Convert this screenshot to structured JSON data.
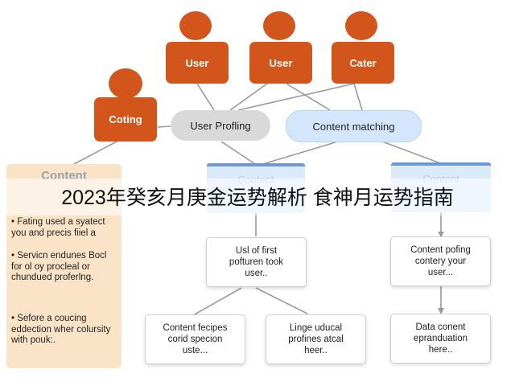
{
  "actors": [
    {
      "id": "user1",
      "label": "User"
    },
    {
      "id": "user2",
      "label": "User"
    },
    {
      "id": "cater",
      "label": "Cater"
    },
    {
      "id": "coting",
      "label": "Coting"
    }
  ],
  "process": {
    "user_profiling": "User Profling",
    "content_matching": "Content matching"
  },
  "content_boxes": {
    "left": "Content",
    "right": "Content"
  },
  "left_panel": {
    "title": "Content",
    "bullets": [
      "• Fating used a syatect you and precis fiiel a",
      "• Servicn endunes Bocl for ol oy procleal or chundued proferlng.",
      "• Sefore a coucing eddection wher colursity with pouk:."
    ]
  },
  "cards": {
    "mid_top": "Usl of first\npofturen took\nuser..",
    "right_top": "Content pofing\ncontery your\nuser...",
    "bottom_left": "Content fecipes\ncorid specion\nuste...",
    "bottom_mid": "Linge uducal\nprofines atcal\nheer..",
    "bottom_right": "Data conent\nepranduation\nhere.."
  },
  "banner": "2023年癸亥月庚金运势解析 食神月运势指南",
  "colors": {
    "actor": "#d2561b",
    "panel": "#fbe3c7",
    "pill_gray": "#d9d9d9",
    "pill_blue": "#d3e6fb",
    "edge": "#9a9a9a"
  }
}
